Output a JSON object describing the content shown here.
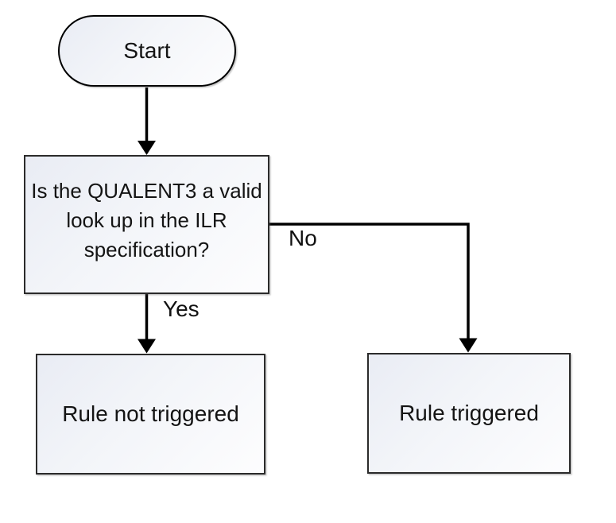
{
  "diagram": {
    "type": "flowchart",
    "background_color": "#ffffff",
    "nodes": {
      "start": {
        "shape": "terminator",
        "label": "Start"
      },
      "decision": {
        "shape": "rectangle",
        "lines": [
          "Is the QUALENT3 a valid",
          "look up in the ILR",
          "specification?"
        ]
      },
      "rule_not_triggered": {
        "shape": "rectangle",
        "label": "Rule not triggered"
      },
      "rule_triggered": {
        "shape": "rectangle",
        "label": "Rule triggered"
      }
    },
    "edges": [
      {
        "from": "start",
        "to": "decision",
        "label": ""
      },
      {
        "from": "decision",
        "to": "rule_not_triggered",
        "label": "Yes"
      },
      {
        "from": "decision",
        "to": "rule_triggered",
        "label": "No"
      }
    ],
    "colors": {
      "node_fill_top_left": "#e9ecf4",
      "node_fill_bottom_right": "#fdfdfe",
      "terminator_border": "#000000",
      "rectangle_border": "#2b2b2b",
      "connector": "#000000",
      "text": "#141414"
    }
  }
}
